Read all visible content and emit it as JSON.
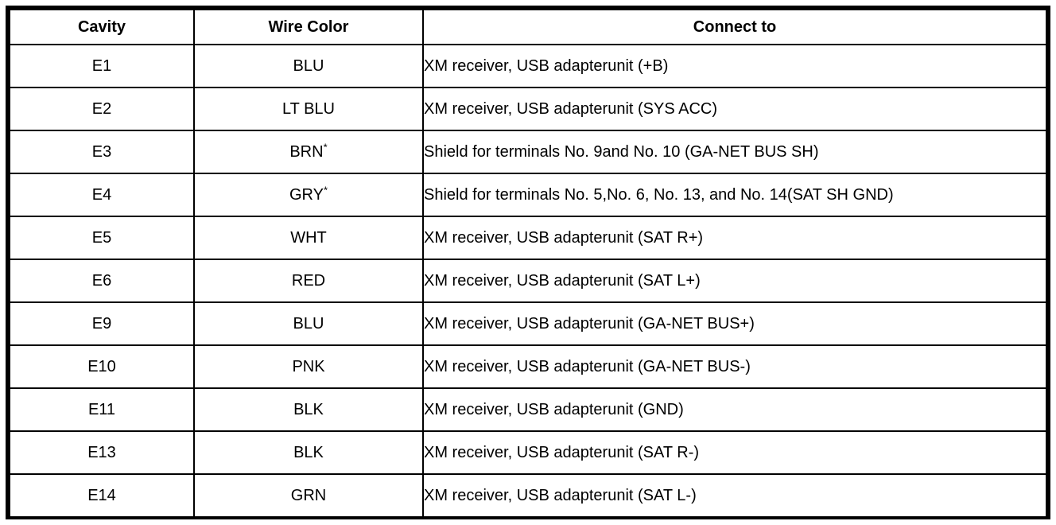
{
  "colors": {
    "border": "#000000",
    "background": "#ffffff",
    "text": "#000000"
  },
  "table": {
    "columns": [
      "Cavity",
      "Wire Color",
      "Connect to"
    ],
    "rows": [
      {
        "cavity": "E1",
        "wire_color": "BLU",
        "note": "",
        "connect_to": "XM receiver, USB adapterunit (+B)"
      },
      {
        "cavity": "E2",
        "wire_color": "LT BLU",
        "note": "",
        "connect_to": "XM receiver, USB adapterunit (SYS ACC)"
      },
      {
        "cavity": "E3",
        "wire_color": "BRN",
        "note": "*",
        "connect_to": "Shield for terminals No. 9and No. 10 (GA-NET BUS SH)"
      },
      {
        "cavity": "E4",
        "wire_color": "GRY",
        "note": "*",
        "connect_to": "Shield for terminals No. 5,No. 6, No. 13, and No. 14(SAT SH GND)"
      },
      {
        "cavity": "E5",
        "wire_color": "WHT",
        "note": "",
        "connect_to": "XM receiver, USB adapterunit (SAT R+)"
      },
      {
        "cavity": "E6",
        "wire_color": "RED",
        "note": "",
        "connect_to": "XM receiver, USB adapterunit (SAT L+)"
      },
      {
        "cavity": "E9",
        "wire_color": "BLU",
        "note": "",
        "connect_to": "XM receiver, USB adapterunit (GA-NET BUS+)"
      },
      {
        "cavity": "E10",
        "wire_color": "PNK",
        "note": "",
        "connect_to": "XM receiver, USB adapterunit (GA-NET BUS-)"
      },
      {
        "cavity": "E11",
        "wire_color": "BLK",
        "note": "",
        "connect_to": "XM receiver, USB adapterunit (GND)"
      },
      {
        "cavity": "E13",
        "wire_color": "BLK",
        "note": "",
        "connect_to": "XM receiver, USB adapterunit (SAT R-)"
      },
      {
        "cavity": "E14",
        "wire_color": "GRN",
        "note": "",
        "connect_to": "XM receiver, USB adapterunit (SAT L-)"
      }
    ]
  }
}
